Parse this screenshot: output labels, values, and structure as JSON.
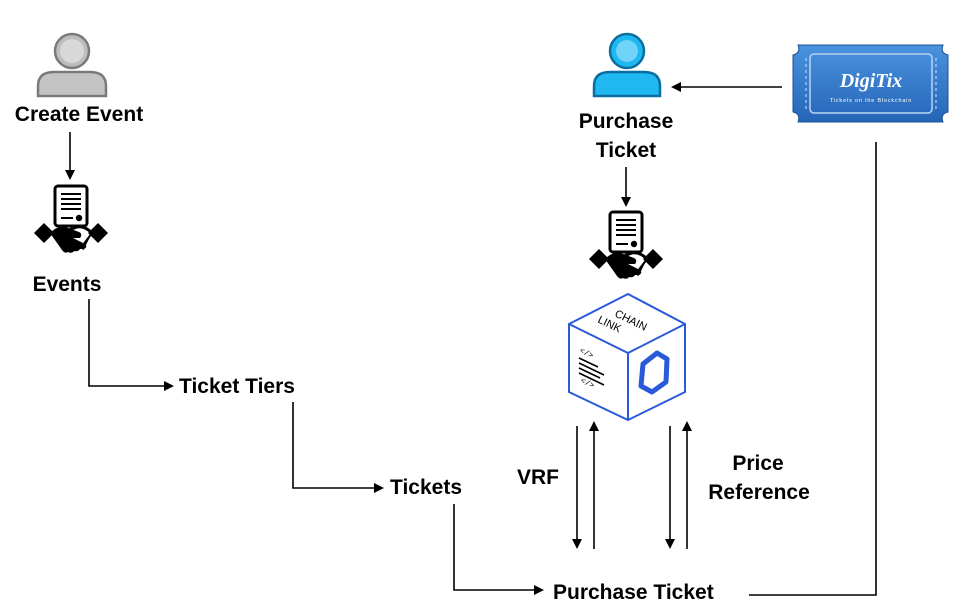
{
  "labels": {
    "create_event": "Create Event",
    "events": "Events",
    "ticket_tiers": "Ticket Tiers",
    "tickets": "Tickets",
    "purchase_ticket_top_line1": "Purchase",
    "purchase_ticket_top_line2": "Ticket",
    "vrf": "VRF",
    "price_reference_line1": "Price",
    "price_reference_line2": "Reference",
    "purchase_ticket_bottom": "Purchase Ticket"
  },
  "logo": {
    "brand": "DigiTix",
    "tagline": "Tickets on the Blockchain"
  },
  "chainlink": {
    "text_line1": "CHAIN",
    "text_line2": "LINK",
    "code_tag": "</>"
  },
  "icons": [
    "user-grey-icon",
    "user-blue-icon",
    "contract-handshake-icon",
    "chainlink-cube-icon",
    "digitix-ticket-icon"
  ],
  "colors": {
    "user_grey": "#c4c4c4",
    "user_blue": "#1fb8f0",
    "ticket_blue": "#2a73c8",
    "chainlink_blue": "#2a5ada",
    "text": "#000000"
  }
}
